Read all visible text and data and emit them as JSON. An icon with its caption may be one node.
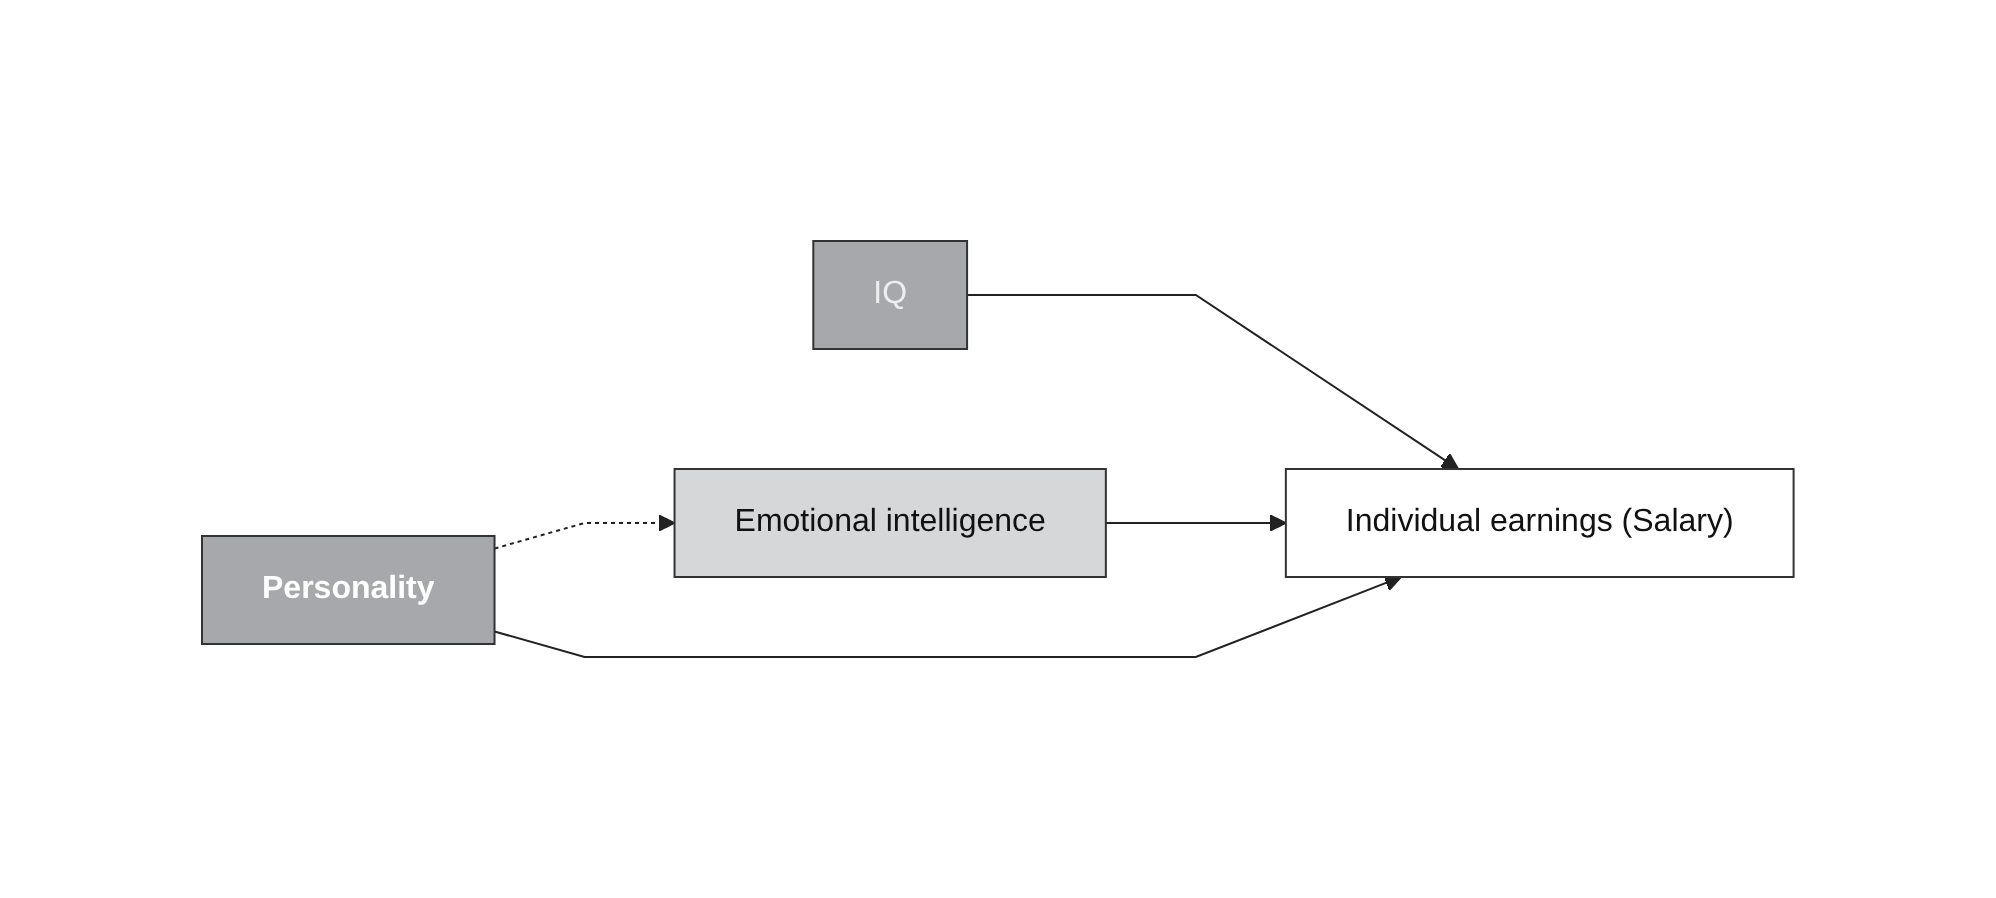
{
  "diagram": {
    "nodes": [
      {
        "text": [
          "IQ"
        ]
      },
      {
        "text": [
          "Emotional intelligence"
        ]
      },
      {
        "text": [
          "Individual earnings (Salary)"
        ]
      },
      {
        "text": [
          "Personality"
        ]
      }
    ],
    "edges": [
      {
        "from": 0,
        "to": 2,
        "arrow": "to"
      },
      {
        "from": 3,
        "to": 1,
        "arrow": "to",
        "style": "dashed"
      },
      {
        "from": 1,
        "to": 2,
        "arrow": "to"
      },
      {
        "from": 3,
        "to": 2,
        "arrow": "to"
      }
    ]
  }
}
